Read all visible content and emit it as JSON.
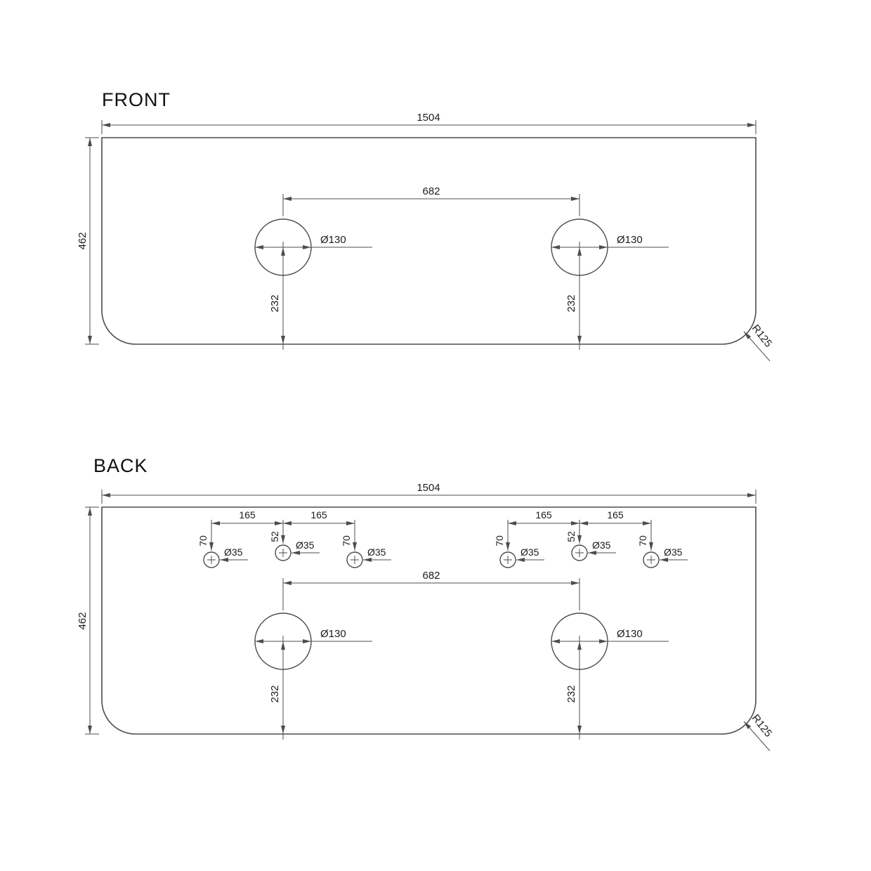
{
  "drawing": {
    "front": {
      "title": "FRONT",
      "overall_width": "1504",
      "overall_depth": "462",
      "hole_spacing": "682",
      "hole_diameter": "Ø130",
      "hole_offset": "232",
      "corner_radius": "R125"
    },
    "back": {
      "title": "BACK",
      "overall_width": "1504",
      "overall_depth": "462",
      "hole_spacing": "682",
      "hole_diameter": "Ø130",
      "hole_offset": "232",
      "corner_radius": "R125",
      "tap_hole_diameter": "Ø35",
      "tap_hole_spacing": "165",
      "tap_offset_outer": "70",
      "tap_offset_center": "52"
    }
  }
}
